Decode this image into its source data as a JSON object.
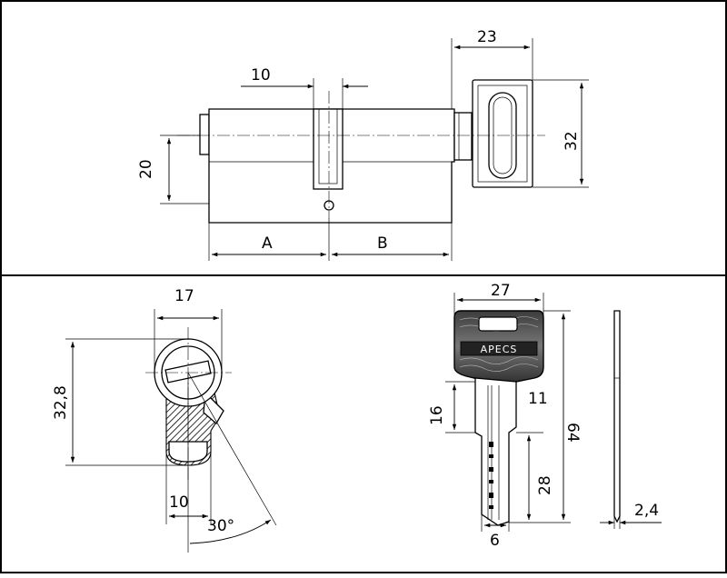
{
  "drawing": {
    "frame_color": "#000000",
    "background": "#ffffff",
    "cylinder": {
      "cam_width": "10",
      "height": "20",
      "knob_width": "23",
      "knob_height": "32",
      "side_a": "A",
      "side_b": "B"
    },
    "profile": {
      "width": "17",
      "height": "32,8",
      "bottom_width": "10",
      "angle": "30°"
    },
    "key": {
      "brand": "APECS",
      "head_width": "27",
      "total_length": "64",
      "shoulder_length": "16",
      "blade_width_label": "11",
      "bit_length": "28",
      "tip_width": "6",
      "thickness": "2,4"
    }
  }
}
